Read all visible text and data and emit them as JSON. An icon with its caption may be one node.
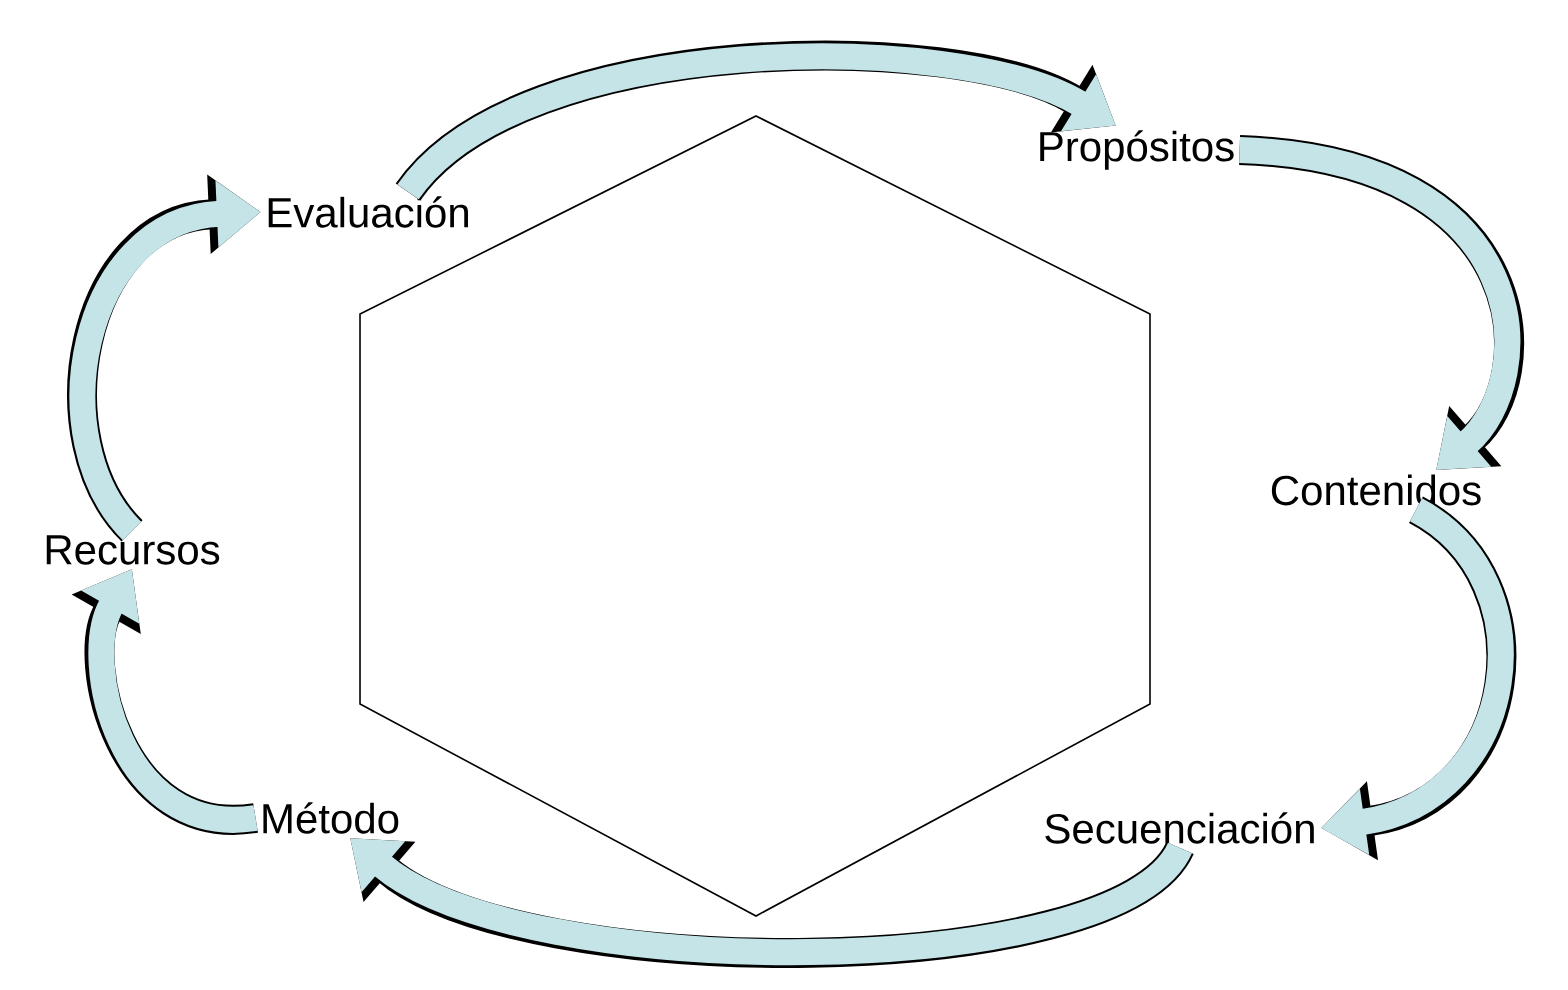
{
  "diagram": {
    "nodes": [
      {
        "text": [],
        "shape": "hexagon"
      },
      {
        "text": [
          "Evaluación"
        ]
      },
      {
        "text": [
          "Propósitos"
        ]
      },
      {
        "text": [
          "Contenidos"
        ]
      },
      {
        "text": [
          "Secuenciación"
        ]
      },
      {
        "text": [
          "Método"
        ]
      },
      {
        "text": [
          "Recursos"
        ]
      }
    ],
    "edges": [
      {
        "from": 1,
        "to": 2,
        "arrow": "to"
      },
      {
        "from": 2,
        "to": 3,
        "arrow": "to"
      },
      {
        "from": 3,
        "to": 4,
        "arrow": "to"
      },
      {
        "from": 4,
        "to": 5,
        "arrow": "to"
      },
      {
        "from": 5,
        "to": 6,
        "arrow": "to"
      },
      {
        "from": 6,
        "to": 1,
        "arrow": "to"
      }
    ]
  }
}
